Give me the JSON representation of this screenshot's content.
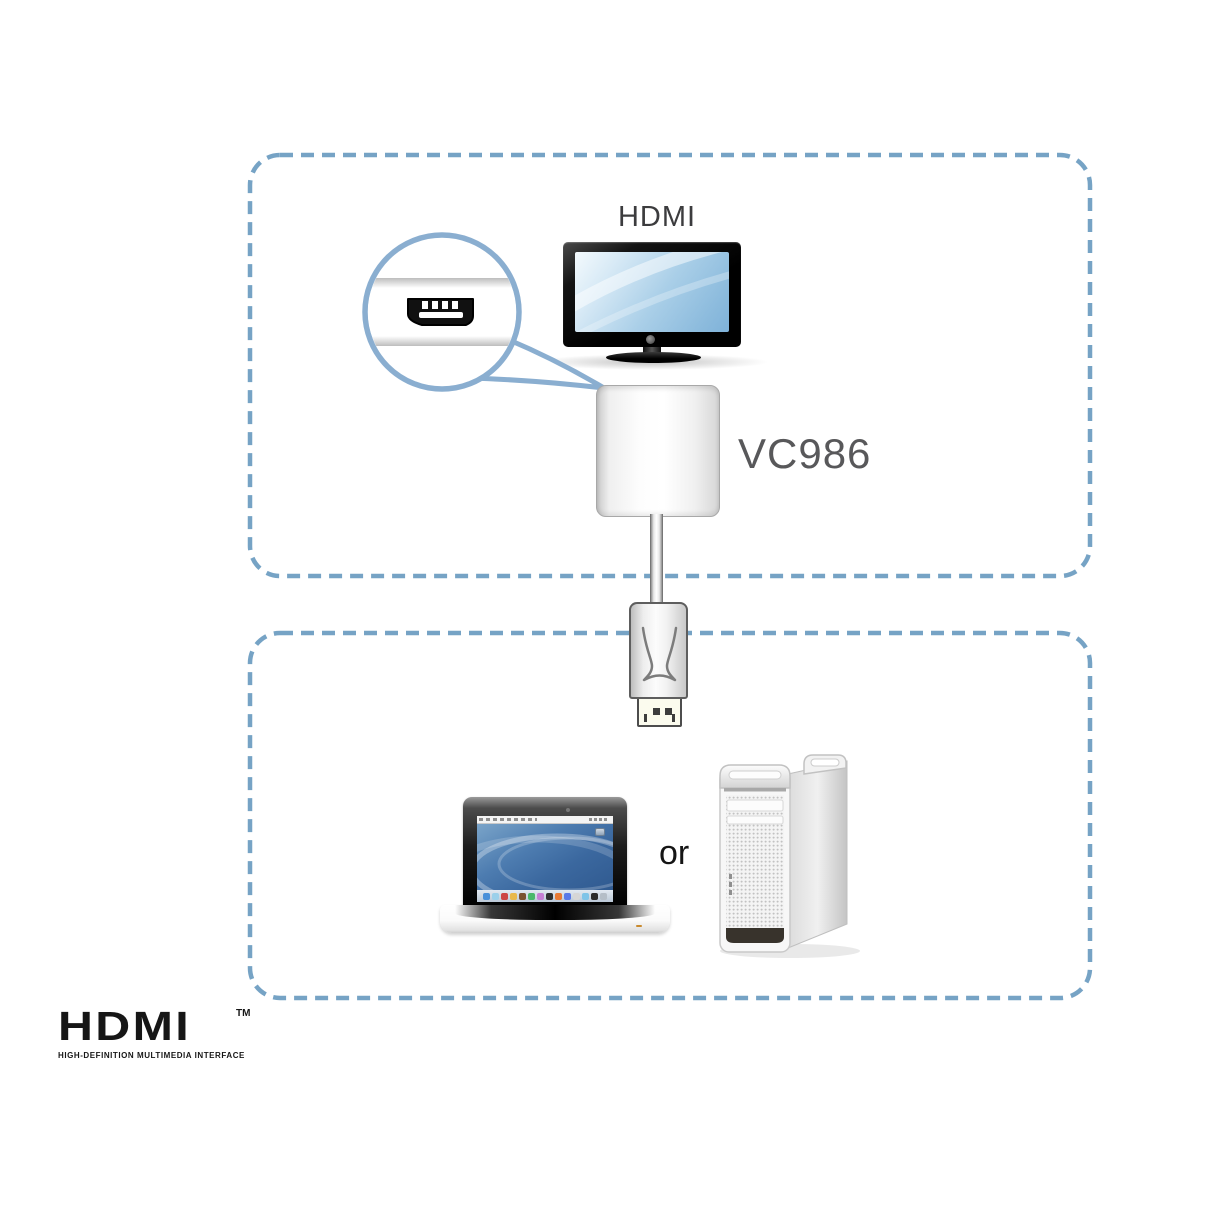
{
  "diagram": {
    "top_section": {
      "display_label": "HDMI",
      "adapter_label": "VC986",
      "description": "HDMI display connected through VC986 adapter, with close-up of HDMI output port"
    },
    "bottom_section": {
      "separator_label": "or",
      "description": "DisplayPort source: laptop or desktop tower"
    }
  },
  "hdmi_logo": {
    "wordmark": "HDMI",
    "trademark": "TM",
    "subtitle": "HIGH-DEFINITION MULTIMEDIA INTERFACE"
  },
  "colors": {
    "dashed_border": "#76a3c5",
    "magnifier_stroke": "#8aaed0",
    "tv_screen_light": "#f4fafd",
    "tv_screen_dark": "#7fb2d9",
    "wallpaper_blue": "#3f6da3",
    "label_gray": "#58585a",
    "logo_black": "#161616"
  },
  "dock_icon_colors": [
    "#4a90d9",
    "#9bd0ea",
    "#cc4444",
    "#e8b84a",
    "#7a5230",
    "#49b86a",
    "#c77fd4",
    "#303030",
    "#e87a35",
    "#5a7ae8",
    "#d6d6d6",
    "#7fc4e8",
    "#2b2b2b",
    "#b5bec7"
  ]
}
